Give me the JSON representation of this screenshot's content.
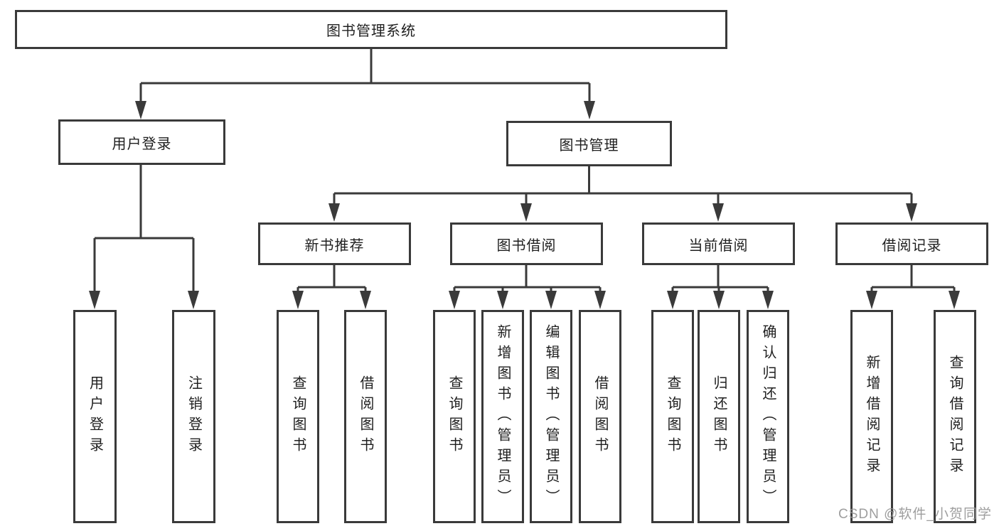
{
  "colors": {
    "line": "#3a3a3a",
    "box_border": "#3a3a3a",
    "text": "#1f1f1f",
    "background": "#ffffff",
    "watermark": "#949494"
  },
  "watermark": {
    "text": "CSDN @软件_小贺同学"
  },
  "tree": {
    "root": {
      "label": "图书管理系统",
      "children": [
        {
          "label": "用户登录",
          "children": [
            {
              "label": "用户登录"
            },
            {
              "label": "注销登录"
            }
          ]
        },
        {
          "label": "图书管理",
          "children": [
            {
              "label": "新书推荐",
              "children": [
                {
                  "label": "查询图书"
                },
                {
                  "label": "借阅图书"
                }
              ]
            },
            {
              "label": "图书借阅",
              "children": [
                {
                  "label": "查询图书"
                },
                {
                  "label": "新增图书（管理员）"
                },
                {
                  "label": "编辑图书（管理员）"
                },
                {
                  "label": "借阅图书"
                }
              ]
            },
            {
              "label": "当前借阅",
              "children": [
                {
                  "label": "查询图书"
                },
                {
                  "label": "归还图书"
                },
                {
                  "label": "确认归还（管理员）"
                }
              ]
            },
            {
              "label": "借阅记录",
              "children": [
                {
                  "label": "新增借阅记录"
                },
                {
                  "label": "查询借阅记录"
                }
              ]
            }
          ]
        }
      ]
    }
  }
}
